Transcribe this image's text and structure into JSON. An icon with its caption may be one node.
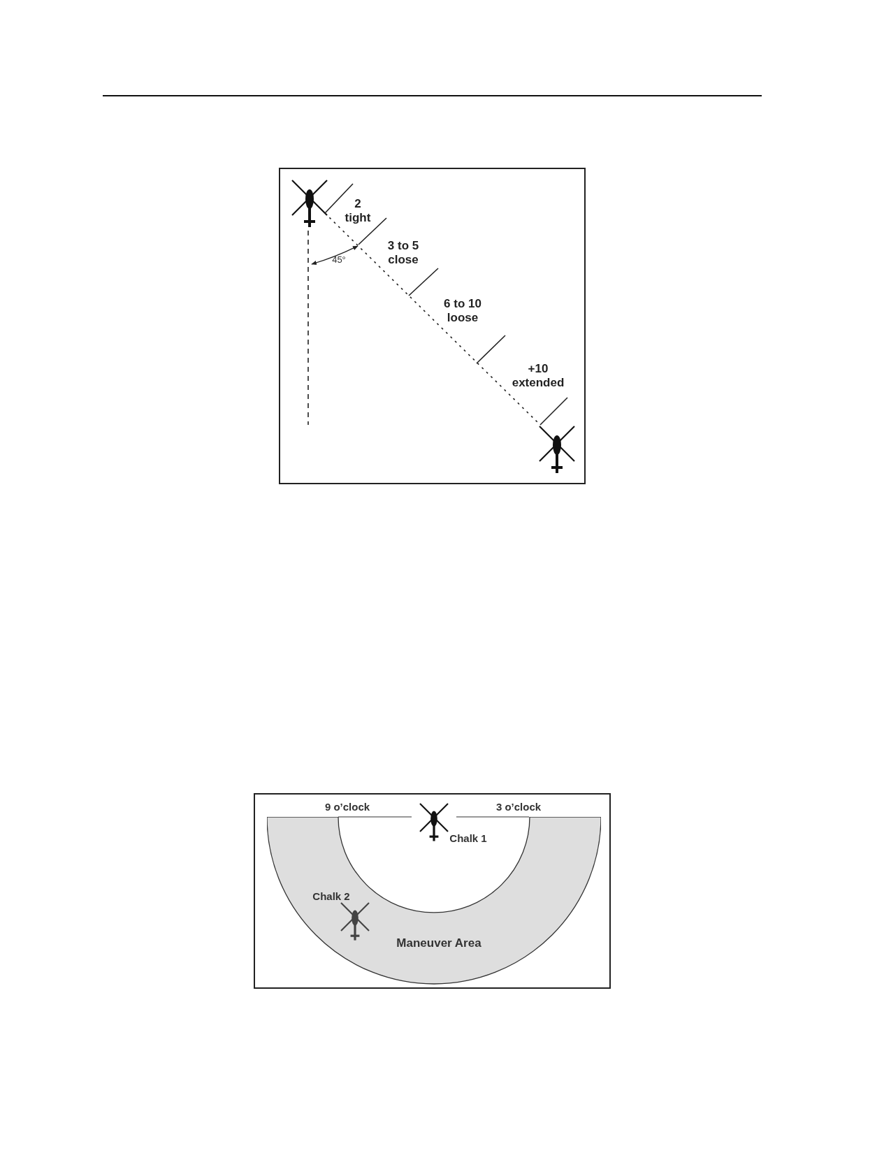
{
  "diagram": {
    "nodes": [
      {
        "text": [
          "Maneuver Area"
        ]
      }
    ],
    "labels": [
      "2 tight",
      "3 to 5 close",
      "45°",
      "6 to 10 loose",
      "+10 extended",
      "9 o’clock",
      "3 o’clock",
      "Chalk 1",
      "Chalk 2"
    ]
  }
}
